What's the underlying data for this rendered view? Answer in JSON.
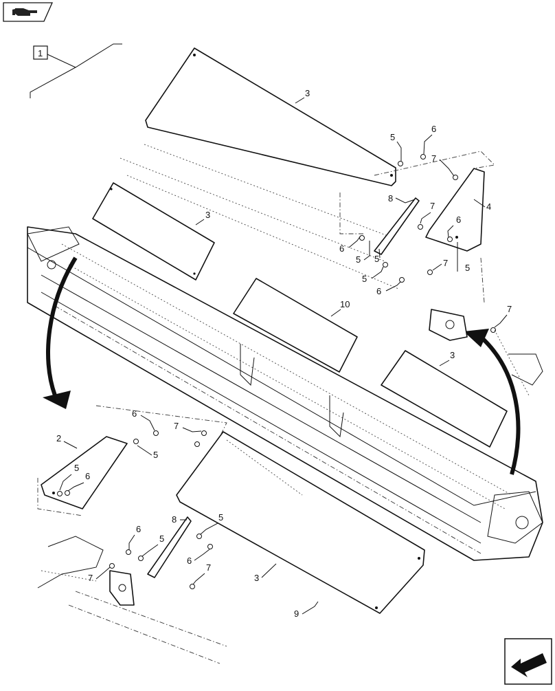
{
  "nav": {
    "top_button_icon": "hand-pointing-right-icon",
    "bottom_button_icon": "arrow-down-left-icon"
  },
  "ref_box": "1",
  "callouts": [
    {
      "id": "c3a",
      "text": "3"
    },
    {
      "id": "c5a",
      "text": "5"
    },
    {
      "id": "c6a",
      "text": "6"
    },
    {
      "id": "c7a",
      "text": "7"
    },
    {
      "id": "c3b",
      "text": "3"
    },
    {
      "id": "c8a",
      "text": "8"
    },
    {
      "id": "c7b",
      "text": "7"
    },
    {
      "id": "c4a",
      "text": "4"
    },
    {
      "id": "c6b",
      "text": "6"
    },
    {
      "id": "c6c",
      "text": "6"
    },
    {
      "id": "c5b",
      "text": "5"
    },
    {
      "id": "c5c",
      "text": "5"
    },
    {
      "id": "c7c",
      "text": "7"
    },
    {
      "id": "c5d",
      "text": "5"
    },
    {
      "id": "c6d",
      "text": "6"
    },
    {
      "id": "c5e",
      "text": "5"
    },
    {
      "id": "c10",
      "text": "10"
    },
    {
      "id": "c7d",
      "text": "7"
    },
    {
      "id": "c3c",
      "text": "3"
    },
    {
      "id": "c6e",
      "text": "6"
    },
    {
      "id": "c7e",
      "text": "7"
    },
    {
      "id": "c2a",
      "text": "2"
    },
    {
      "id": "c5f",
      "text": "5"
    },
    {
      "id": "c5g",
      "text": "5"
    },
    {
      "id": "c6f",
      "text": "6"
    },
    {
      "id": "c8b",
      "text": "8"
    },
    {
      "id": "c5h",
      "text": "5"
    },
    {
      "id": "c6g",
      "text": "6"
    },
    {
      "id": "c5i",
      "text": "5"
    },
    {
      "id": "c7f",
      "text": "7"
    },
    {
      "id": "c6h",
      "text": "6"
    },
    {
      "id": "c7g",
      "text": "7"
    },
    {
      "id": "c3d",
      "text": "3"
    },
    {
      "id": "c9a",
      "text": "9"
    }
  ]
}
